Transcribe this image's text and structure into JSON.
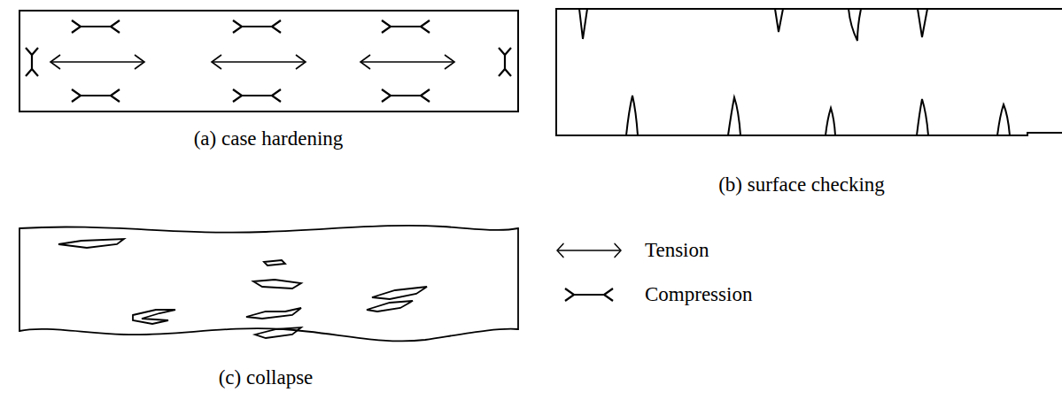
{
  "diagram": {
    "labels": [
      "(a) case hardening",
      "(b) surface checking",
      "(c) collapse"
    ],
    "legend": [
      {
        "text": "Tension"
      },
      {
        "text": "Compression"
      }
    ]
  }
}
